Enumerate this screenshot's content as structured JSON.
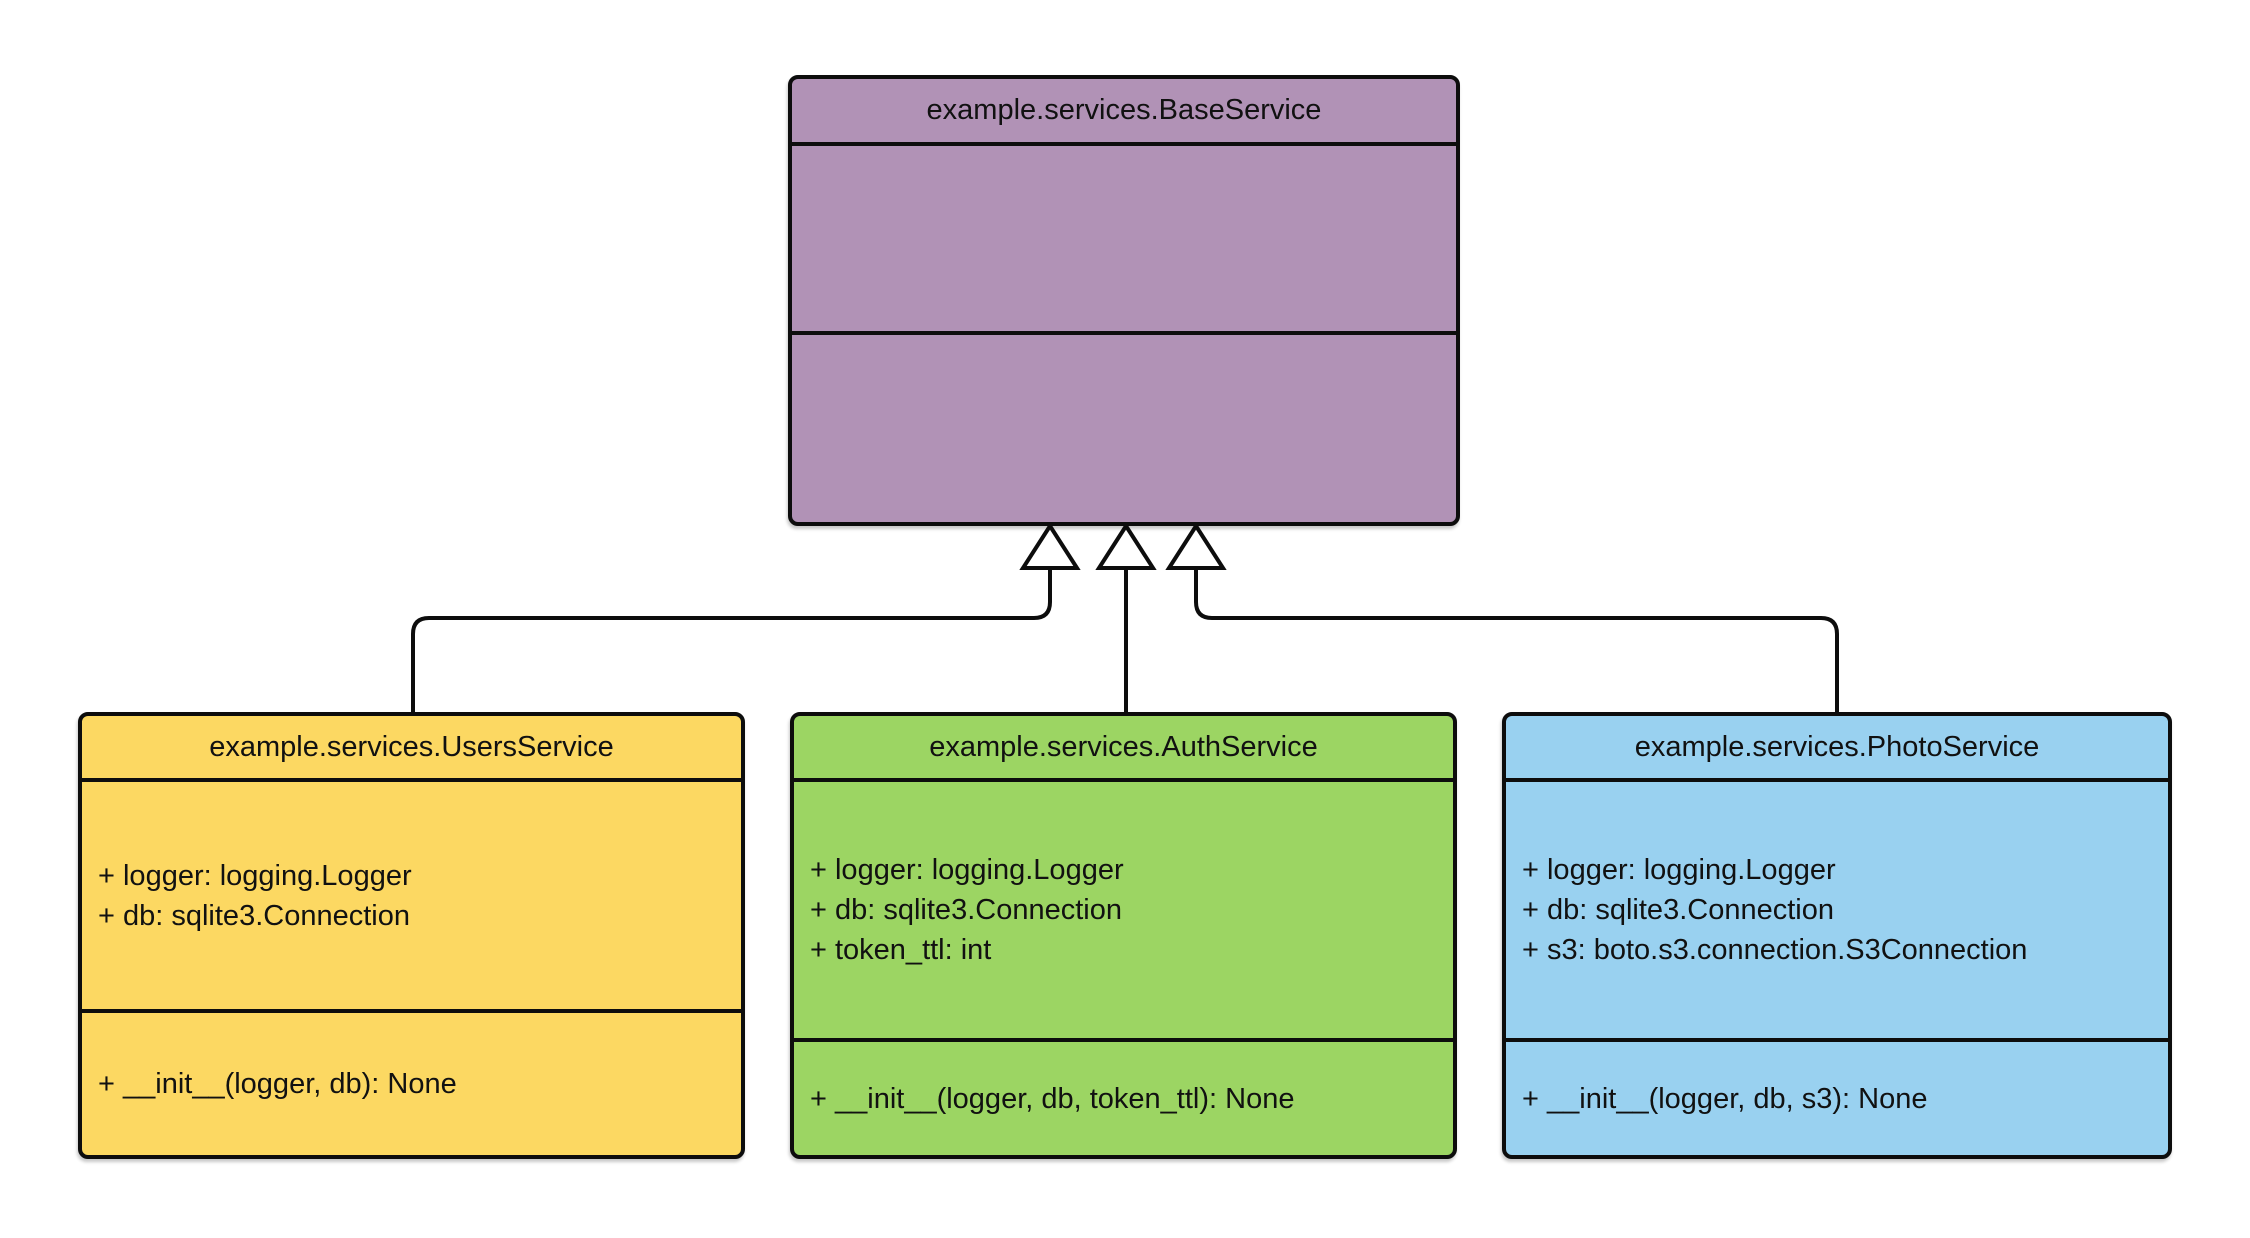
{
  "diagram": {
    "type": "uml-class-diagram",
    "background": "#ffffff",
    "colors": {
      "border": "#0d0d0d",
      "connector": "#0d0d0d",
      "arrowhead_fill": "#ffffff"
    },
    "classes": [
      {
        "name": "BaseService",
        "title": "example.services.BaseService",
        "fill": "#b192b6",
        "attributes": [],
        "methods": []
      },
      {
        "name": "UsersService",
        "title": "example.services.UsersService",
        "fill": "#fcd862",
        "attributes": [
          "+ logger: logging.Logger",
          "+ db: sqlite3.Connection"
        ],
        "methods": [
          "+ __init__(logger, db): None"
        ]
      },
      {
        "name": "AuthService",
        "title": "example.services.AuthService",
        "fill": "#9cd563",
        "attributes": [
          "+ logger: logging.Logger",
          "+ db: sqlite3.Connection",
          "+ token_ttl: int"
        ],
        "methods": [
          "+ __init__(logger, db, token_ttl): None"
        ]
      },
      {
        "name": "PhotoService",
        "title": "example.services.PhotoService",
        "fill": "#99d1f0",
        "attributes": [
          "+ logger: logging.Logger",
          "+ db: sqlite3.Connection",
          "+ s3: boto.s3.connection.S3Connection"
        ],
        "methods": [
          "+ __init__(logger, db, s3): None"
        ]
      }
    ],
    "relations": [
      {
        "type": "inheritance",
        "from": "UsersService",
        "to": "BaseService"
      },
      {
        "type": "inheritance",
        "from": "AuthService",
        "to": "BaseService"
      },
      {
        "type": "inheritance",
        "from": "PhotoService",
        "to": "BaseService"
      }
    ]
  }
}
